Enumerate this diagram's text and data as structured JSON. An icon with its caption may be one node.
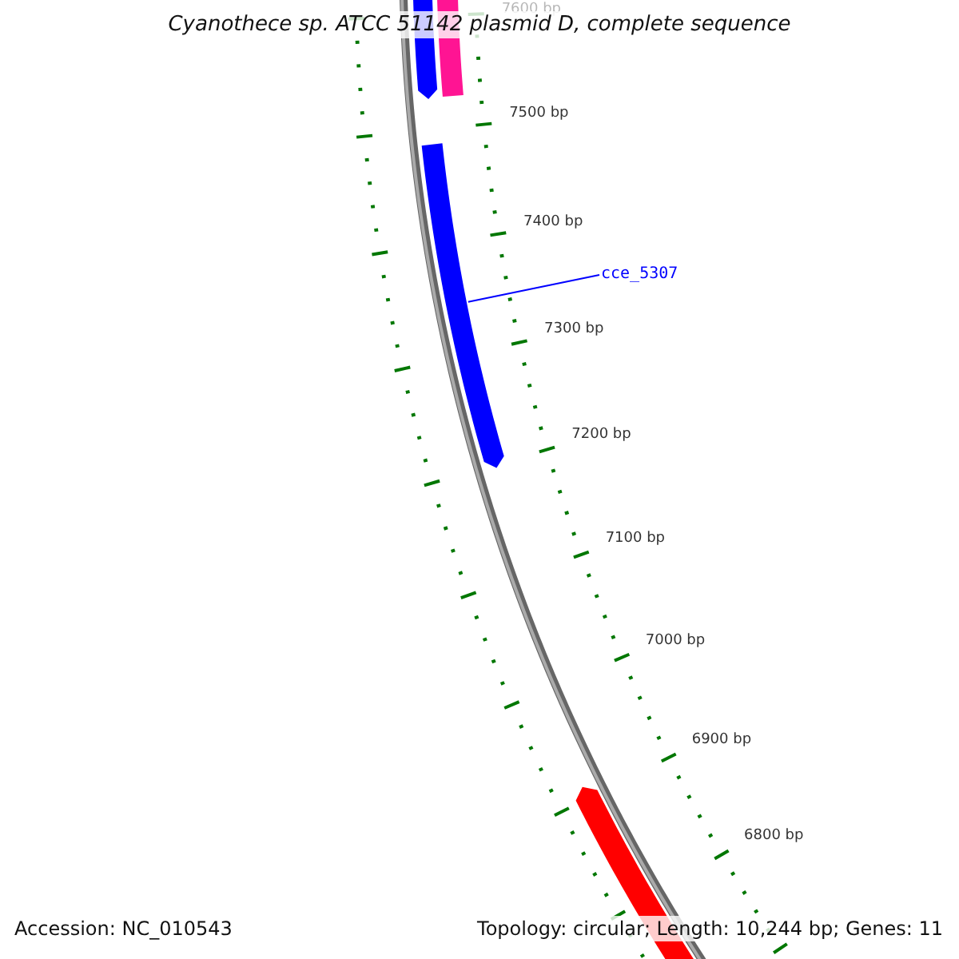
{
  "diagram": {
    "title": "Cyanothece sp. ATCC 51142 plasmid D, complete sequence",
    "nodes": [
      {
        "text": [
          "cce_5307"
        ]
      },
      {
        "text": [],
        "shape": "bar"
      }
    ],
    "edges": [
      {
        "from": 0,
        "to": 1,
        "arrow": "none",
        "color": "#0000ff"
      }
    ],
    "labels": [
      "7600 bp",
      "7500 bp",
      "7400 bp",
      "7300 bp",
      "7200 bp",
      "7100 bp",
      "7000 bp",
      "6900 bp",
      "6800 bp",
      "Accession: NC_010543",
      "Topology: circular; Length: 10,244 bp; Genes: 11"
    ]
  }
}
